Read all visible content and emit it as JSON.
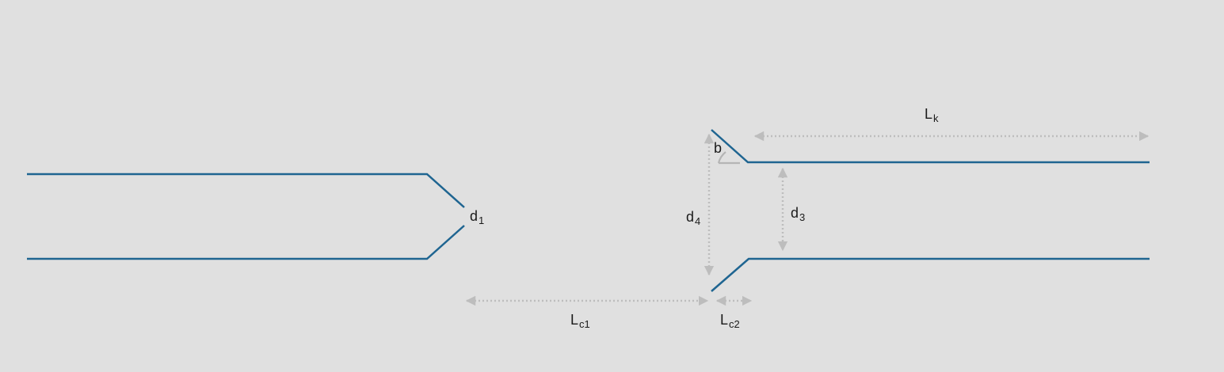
{
  "labels": {
    "d1": {
      "main": "d",
      "sub": "1"
    },
    "d4": {
      "main": "d",
      "sub": "4"
    },
    "d3": {
      "main": "d",
      "sub": "3"
    },
    "b": {
      "main": "b"
    },
    "lk": {
      "main": "L",
      "sub": "k"
    },
    "lc1": {
      "main": "L",
      "sub": "c1"
    },
    "lc2": {
      "main": "L",
      "sub": "c2"
    }
  },
  "colors": {
    "background": "#e0e0e0",
    "pipe": "#1f6591",
    "dimension": "#bdbdbd",
    "text": "#1a1a1a"
  }
}
